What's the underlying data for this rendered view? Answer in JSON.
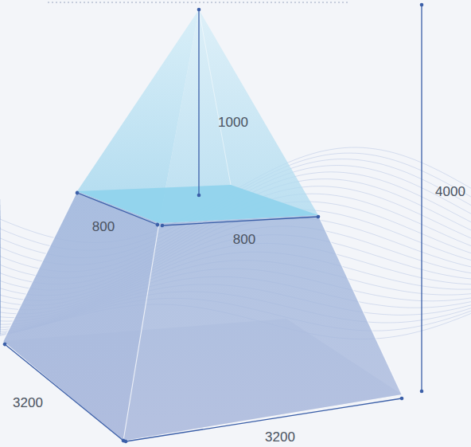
{
  "diagram": {
    "labels": [
      "1000",
      "800",
      "800",
      "4000",
      "3200",
      "3200"
    ]
  }
}
